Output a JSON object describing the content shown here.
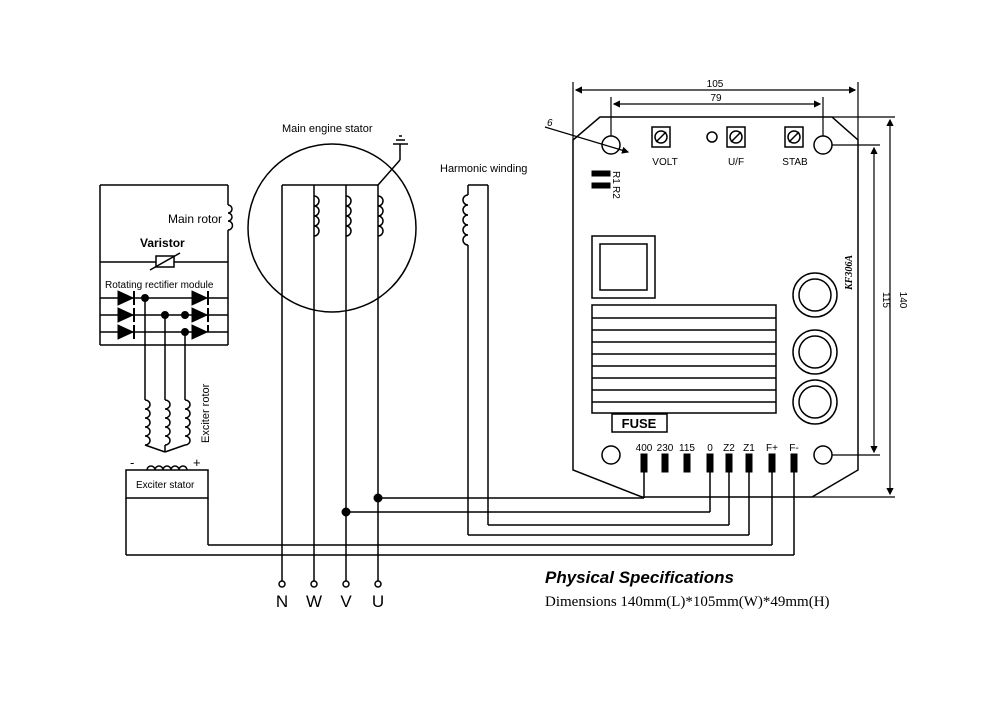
{
  "labels": {
    "main_engine_stator": "Main engine stator",
    "harmonic_winding": "Harmonic winding",
    "main_rotor": "Main rotor",
    "varistor": "Varistor",
    "rotating_rectifier": "Rotating rectifier module",
    "exciter_rotor": "Exciter rotor",
    "exciter_stator": "Exciter stator",
    "exciter_minus": "-",
    "exciter_plus": "+"
  },
  "phases": [
    "N",
    "W",
    "V",
    "U"
  ],
  "avr": {
    "model": "KF306A",
    "fuse": "FUSE",
    "pots": [
      "VOLT",
      "U/F",
      "STAB"
    ],
    "resistors": [
      "R1",
      "R2"
    ],
    "terminals": [
      "400",
      "230",
      "115",
      "0",
      "Z2",
      "Z1",
      "F+",
      "F-"
    ]
  },
  "dimensions": {
    "width_outer": "105",
    "width_holes": "79",
    "height_outer": "140",
    "height_holes": "115",
    "hole_diameter": "6"
  },
  "specs": {
    "title": "Physical Specifications",
    "text": "Dimensions 140mm(L)*105mm(W)*49mm(H)"
  }
}
